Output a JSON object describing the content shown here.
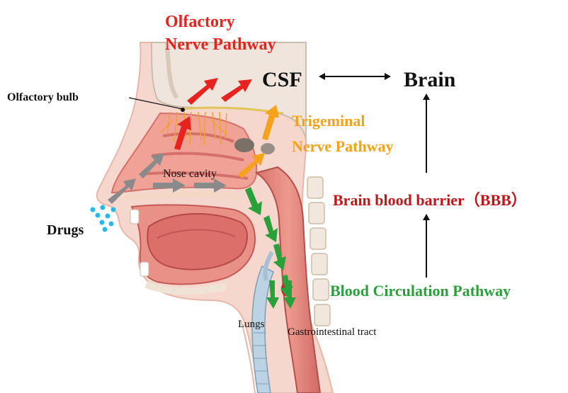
{
  "labels": {
    "olfactory_line1": "Olfactory",
    "olfactory_line2": "Nerve Pathway",
    "csf": "CSF",
    "brain": "Brain",
    "olfactory_bulb": "Olfactory bulb",
    "trigeminal_line1": "Trigeminal",
    "trigeminal_line2": "Nerve Pathway",
    "nose_cavity": "Nose cavity",
    "bbb": "Brain blood barrier（BBB）",
    "drugs": "Drugs",
    "blood_circulation": "Blood Circulation Pathway",
    "lungs": "Lungs",
    "gi_tract": "Gastrointestinal tract"
  },
  "colors": {
    "olfactory": "#e8231f",
    "trigeminal": "#f5a21a",
    "blood": "#2aa03b",
    "bbb": "#c0161a",
    "drugs": "#27b8e8",
    "text": "#111111",
    "arrow_gray": "#8a8a8a",
    "tissue": "#e9a79c",
    "tissue_dark": "#c9605a",
    "skin": "#f6d7cd"
  }
}
